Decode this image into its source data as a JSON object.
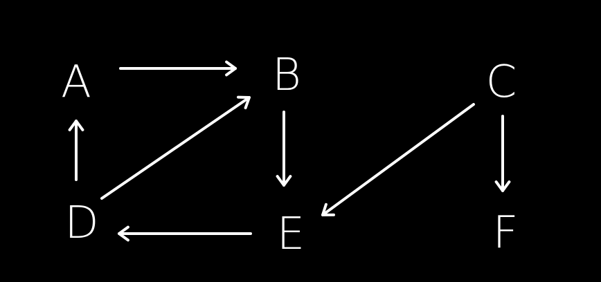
{
  "colors": {
    "background": "#000000",
    "foreground": "#ffffff"
  },
  "nodes": [
    {
      "id": "A",
      "label": "A"
    },
    {
      "id": "B",
      "label": "B"
    },
    {
      "id": "C",
      "label": "C"
    },
    {
      "id": "D",
      "label": "D"
    },
    {
      "id": "E",
      "label": "E"
    },
    {
      "id": "F",
      "label": "F"
    }
  ],
  "edges": [
    {
      "from": "A",
      "to": "B"
    },
    {
      "from": "D",
      "to": "A"
    },
    {
      "from": "D",
      "to": "B"
    },
    {
      "from": "B",
      "to": "E"
    },
    {
      "from": "E",
      "to": "D"
    },
    {
      "from": "C",
      "to": "E"
    },
    {
      "from": "C",
      "to": "F"
    }
  ]
}
